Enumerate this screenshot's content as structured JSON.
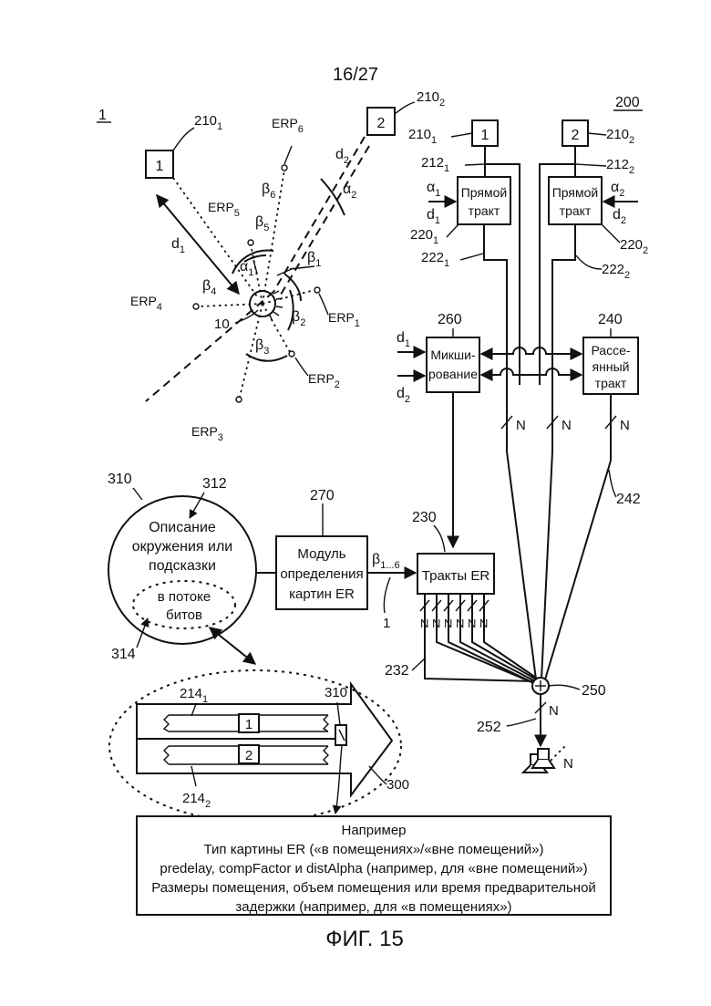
{
  "page_number": "16/27",
  "figure_caption": "ФИГ. 15",
  "left": {
    "ref_1": "1",
    "box1_label": "1",
    "box2_label": "2",
    "ref_210_1": "210",
    "ref_210_1_sub": "1",
    "ref_210_2": "210",
    "ref_210_2_sub": "2",
    "listener_ref": "10",
    "d1": "d",
    "d1_sub": "1",
    "d2": "d",
    "d2_sub": "2",
    "alpha1": "α",
    "alpha1_sub": "1",
    "alpha2": "α",
    "alpha2_sub": "2",
    "beta1": "β",
    "beta1_sub": "1",
    "beta2": "β",
    "beta2_sub": "2",
    "beta3": "β",
    "beta3_sub": "3",
    "beta4": "β",
    "beta4_sub": "4",
    "beta5": "β",
    "beta5_sub": "5",
    "beta6": "β",
    "beta6_sub": "6",
    "erp1": "ERP",
    "erp1_sub": "1",
    "erp2": "ERP",
    "erp2_sub": "2",
    "erp3": "ERP",
    "erp3_sub": "3",
    "erp4": "ERP",
    "erp4_sub": "4",
    "erp5": "ERP",
    "erp5_sub": "5",
    "erp6": "ERP",
    "erp6_sub": "6"
  },
  "right": {
    "ref_200": "200",
    "src1_label": "1",
    "src2_label": "2",
    "ref_210": "210",
    "sub_1": "1",
    "sub_2": "2",
    "ref_212": "212",
    "ref_220": "220",
    "ref_222": "222",
    "direct_path_1_line1": "Прямой",
    "direct_path_1_line2": "тракт",
    "direct_path_2_line1": "Прямой",
    "direct_path_2_line2": "тракт",
    "mix_ref": "260",
    "mix_line1": "Микши-",
    "mix_line2": "рование",
    "diffuse_ref": "240",
    "diffuse_line1": "Рассе-",
    "diffuse_line2": "янный",
    "diffuse_line3": "тракт",
    "n_label": "N",
    "ref_242": "242",
    "er_ref": "230",
    "er_label": "Тракты ER",
    "er_n_labels": [
      "N",
      "N",
      "N",
      "N",
      "N",
      "N"
    ],
    "ref_232": "232",
    "sum_ref": "250",
    "ref_252": "252",
    "out_n": "N"
  },
  "env": {
    "ref_310": "310",
    "ref_312": "312",
    "ref_314": "314",
    "desc_line1": "Описание",
    "desc_line2": "окружения или",
    "desc_line3": "подсказки",
    "bitstream_line1": "в потоке",
    "bitstream_line2": "битов",
    "module_ref": "270",
    "module_line1": "Модуль",
    "module_line2": "определения",
    "module_line3": "картин ER",
    "beta_out": "β",
    "beta_out_sub": "1...6",
    "beta_out_ref": "1"
  },
  "bitstream": {
    "ref_214_1": "214",
    "sub_1": "1",
    "ref_214_2": "214",
    "sub_2": "2",
    "box1": "1",
    "box2": "2",
    "ref_310": "310",
    "ref_300": "300"
  },
  "note": {
    "line1": "Например",
    "line2": "Тип картины ER («в помещениях»/«вне помещений»)",
    "line3": "predelay, compFactor и distAlpha (например, для «вне помещений»)",
    "line4": "Размеры помещения, объем помещения или время предварительной",
    "line5": "задержки (например, для «в помещениях»)"
  }
}
